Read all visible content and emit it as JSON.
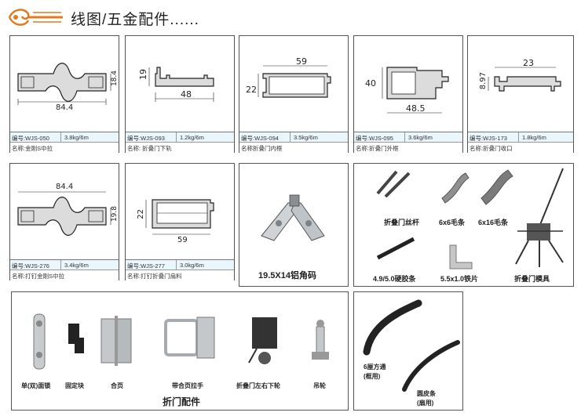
{
  "header": {
    "title": "线图/五金配件......"
  },
  "profiles": [
    {
      "code": "编号:WJS-050",
      "weight": "3.8kg/6m",
      "name": "名称:金刚S中拉",
      "dims": [
        "84.4",
        "18.4"
      ]
    },
    {
      "code": "编号:WJS-093",
      "weight": "1.2kg/6m",
      "name": "名称: 折叠门下轨",
      "dims": [
        "19",
        "48"
      ]
    },
    {
      "code": "编号:WJS-094",
      "weight": "3.5kg/6m",
      "name": "名称折叠门内框",
      "dims": [
        "59",
        "22"
      ]
    },
    {
      "code": "编号:WJS-095",
      "weight": "3.6kg/6m",
      "name": "名称:折叠门外框",
      "dims": [
        "40",
        "48.5"
      ]
    },
    {
      "code": "编号:WJS-173",
      "weight": "1.8kg/6m",
      "name": "名称:折叠门收口",
      "dims": [
        "23",
        "8.97"
      ]
    },
    {
      "code": "编号:WJS-276",
      "weight": "3.4kg/6m",
      "name": "名称:打钉金刚S中拉",
      "dims": [
        "84.4",
        "19.8"
      ]
    },
    {
      "code": "编号:WJS-277",
      "weight": "3.0kg/6m",
      "name": "名称:打钉折叠门扇料",
      "dims": [
        "22",
        "59"
      ]
    }
  ],
  "corner": {
    "label": "19.5X14铝角码"
  },
  "accessories": {
    "items": [
      "折叠门丝杆",
      "6x6毛条",
      "6x16毛条",
      "4.9/5.0硬胶条",
      "5.5x1.0铁片",
      "折叠门模具"
    ]
  },
  "hardware": {
    "title": "折门配件",
    "items": [
      "单(双)面锁",
      "固定块",
      "合页",
      "带合页拉手",
      "折叠门左右下轮",
      "吊轮"
    ]
  },
  "seals": {
    "items": [
      "6厘方通",
      "(框用)",
      "圆皮条",
      "(扇用)"
    ]
  }
}
